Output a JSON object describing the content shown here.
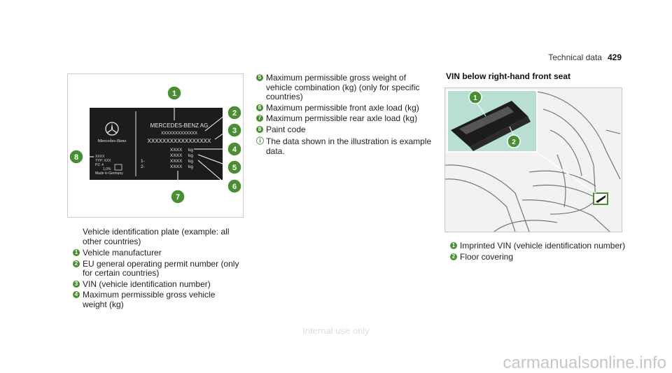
{
  "header": {
    "section": "Technical data",
    "page": "429"
  },
  "plate": {
    "manufacturer": "MERCEDES-BENZ AG",
    "brand": "Mercedes-Benz",
    "permit": "XXXXXXXXXXXXX",
    "vin": "XXXXXXXXXXXXXXXXX",
    "left_rows": [
      "XXXX",
      "TYP: XXX",
      "PZ:     4",
      "1,0%",
      "Made in Germany"
    ],
    "axle_labels": [
      "",
      "",
      "1-",
      "2-"
    ],
    "weights": [
      "XXXX",
      "XXXX",
      "XXXX",
      "XXXX"
    ],
    "unit": "kg",
    "callouts": [
      "1",
      "2",
      "3",
      "4",
      "5",
      "6",
      "7",
      "8"
    ]
  },
  "vin_figure": {
    "callouts": [
      "1",
      "2"
    ]
  },
  "caption1": "Vehicle identification plate (example: all other countries)",
  "list1": [
    {
      "n": "1",
      "text": "Vehicle manufacturer"
    },
    {
      "n": "2",
      "text": "EU general operating permit number (only for certain countries)"
    },
    {
      "n": "3",
      "text": "VIN (vehicle identification number)"
    },
    {
      "n": "4",
      "text": "Maximum permissible gross vehicle weight (kg)"
    }
  ],
  "list2": [
    {
      "n": "5",
      "text": "Maximum permissible gross weight of vehicle combination (kg) (only for specific countries)"
    },
    {
      "n": "6",
      "text": "Maximum permissible front axle load (kg)"
    },
    {
      "n": "7",
      "text": "Maximum permissible rear axle load (kg)"
    },
    {
      "n": "8",
      "text": "Paint code"
    }
  ],
  "note": "The data shown in the illustration is example data.",
  "section_title": "VIN below right-hand front seat",
  "list3": [
    {
      "n": "1",
      "text": "Imprinted VIN (vehicle identification number)"
    },
    {
      "n": "2",
      "text": "Floor covering"
    }
  ],
  "footer": "Internal use only",
  "watermark": "carmanualsonline.info",
  "colors": {
    "accent": "#4a8e34",
    "plate": "#1c1c1c"
  }
}
